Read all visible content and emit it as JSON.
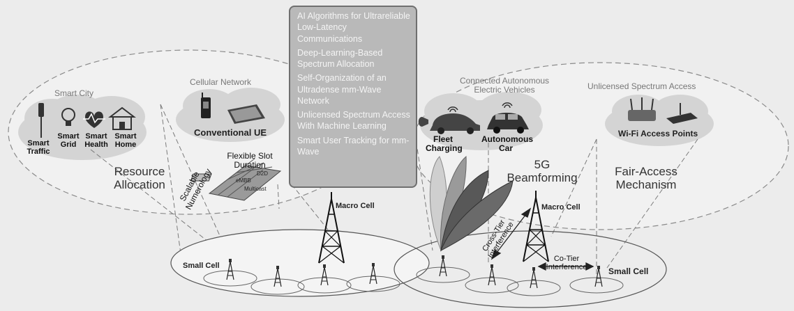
{
  "ai_box": {
    "items": [
      "AI Algorithms for Ultrareliable Low-Latency Communications",
      "Deep-Learning-Based Spectrum Allocation",
      "Self-Organization of an Ultradense mm-Wave Network",
      "Unlicensed Spectrum Access With Machine Learning",
      "Smart User Tracking for mm-Wave"
    ]
  },
  "left_region": {
    "smart_city": "Smart City",
    "cellular_network": "Cellular Network",
    "conventional_ue": "Conventional UE",
    "resource_allocation": "Resource Allocation",
    "scalable_numerology": "Scalable Numerology",
    "flexible_slot_duration": "Flexible Slot Duration",
    "slot_blocks": [
      "D2D",
      "eMBB",
      "Multicast"
    ],
    "smart_items": [
      {
        "label": "Smart Traffic",
        "icon": "traffic-light-icon"
      },
      {
        "label": "Smart Grid",
        "icon": "light-bulb-icon"
      },
      {
        "label": "Smart Health",
        "icon": "heartbeat-icon"
      },
      {
        "label": "Smart Home",
        "icon": "house-icon"
      }
    ]
  },
  "right_region": {
    "connected_vehicles": "Connected Autonomous Electric Vehicles",
    "fleet_charging": "Fleet Charging",
    "autonomous_car": "Autonomous Car",
    "beamforming": "5G Beamforming",
    "unlicensed_access": "Unlicensed Spectrum Access",
    "wifi_access_points": "Wi-Fi Access Points",
    "fair_access": "Fair-Access Mechanism"
  },
  "network": {
    "macro_cell_left": "Macro Cell",
    "macro_cell_right": "Macro Cell",
    "small_cell_left": "Small Cell",
    "small_cell_right": "Small Cell",
    "cross_tier_interference": "Cross-Tier Interference",
    "co_tier_interference": "Co-Tier Interference"
  },
  "colors": {
    "background": "#ececec",
    "cloud": "#d4d4d4",
    "ai_box_fill": "#b9b9b9",
    "ai_text": "#f4f4f4",
    "beam_dark": "#585858"
  }
}
